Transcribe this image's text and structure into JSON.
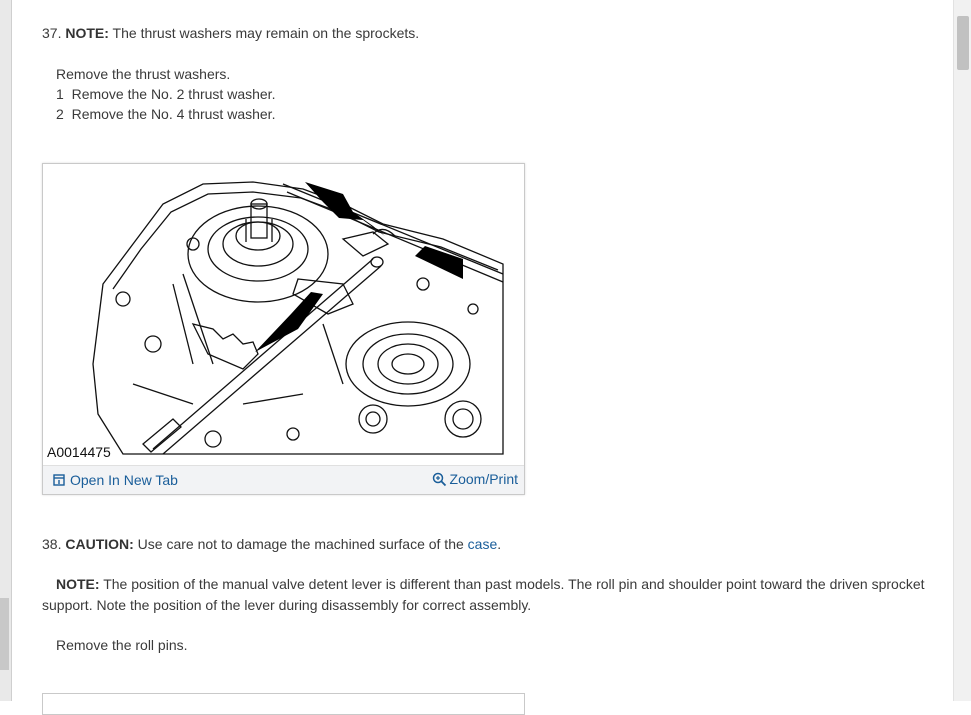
{
  "step37": {
    "number": "37.",
    "note_label": "NOTE:",
    "note_text": " The thrust washers may remain on the sprockets.",
    "instruction": "Remove the thrust washers.",
    "substeps": [
      {
        "num": "1",
        "text": "Remove the No. 2 thrust washer."
      },
      {
        "num": "2",
        "text": "Remove the No. 4 thrust washer."
      }
    ]
  },
  "figure1": {
    "image_id": "A0014475",
    "open_tab_label": "Open In New Tab",
    "zoom_label": "Zoom/Print"
  },
  "step38": {
    "number": "38.",
    "caution_label": "CAUTION:",
    "caution_text": " Use care not to damage the machined surface of the ",
    "caution_link": "case",
    "caution_end": ".",
    "note_label": "NOTE:",
    "note_text_line1": " The position of the manual valve detent lever is different than past models. The roll pin and shoulder point toward the driven sprocket",
    "note_text_line2": "support. Note the position of the lever during disassembly for correct assembly.",
    "instruction": "Remove the roll pins."
  },
  "colors": {
    "link": "#1a5e9a",
    "text": "#3a3a3a",
    "bar": "#f2f3f5"
  }
}
